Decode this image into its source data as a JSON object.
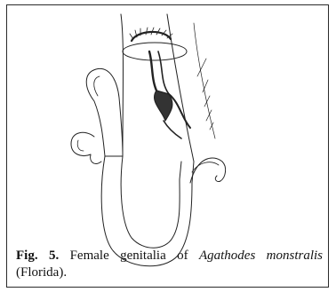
{
  "figure": {
    "label": "Fig. 5.",
    "caption_text": "Female genitalia of",
    "species": "Agathodes monstralis",
    "locality": "(Florida)."
  },
  "colors": {
    "ink": "#222222",
    "border": "#2a2a2a",
    "background": "#ffffff"
  }
}
